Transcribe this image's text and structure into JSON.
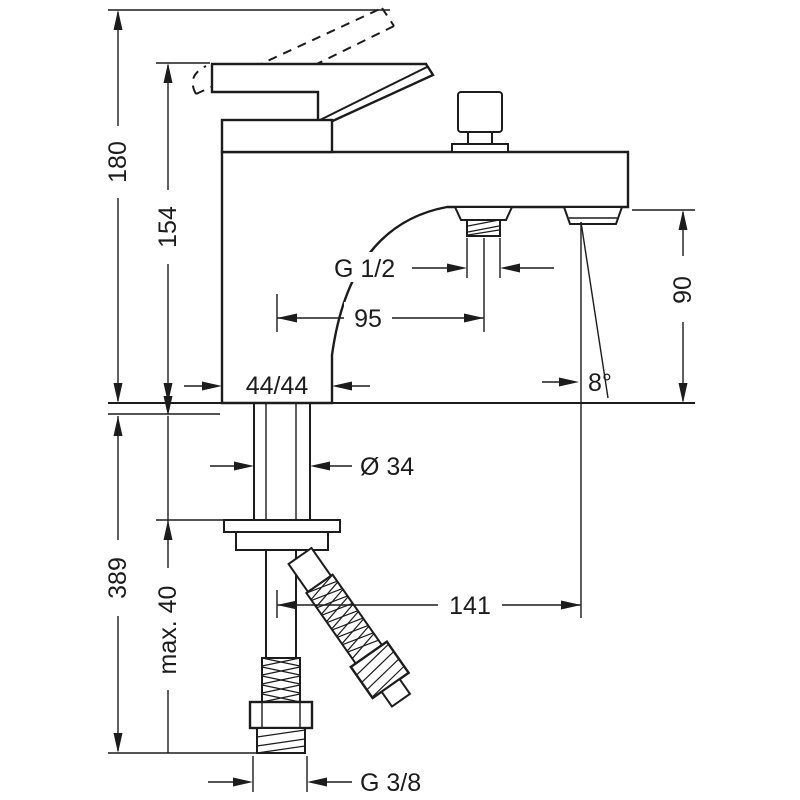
{
  "drawing": {
    "type": "technical-dimension-drawing",
    "subject": "single-lever bath/deck mixer faucet, side elevation with dimensions",
    "background": "#ffffff",
    "line_color": "#1c1c1c",
    "dims": {
      "total_height": "180",
      "rest_height": "154",
      "below_deck": "389",
      "max_thickness": "max. 40",
      "base": "44/44",
      "outlet_thread": "G 1/2",
      "outlet_distance": "95",
      "shank_diameter": "Ø 34",
      "reach": "141",
      "supply_thread": "G 3/8",
      "spout_height": "90",
      "angle": "8°"
    }
  }
}
